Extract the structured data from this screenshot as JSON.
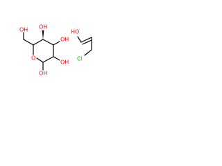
{
  "structure": {
    "labels": {
      "hydroxymethyl_oh": "OH",
      "c4_oh": "OH",
      "c3_oh": "OH",
      "c2_oh": "OH",
      "anomeric_oh": "OH",
      "ring_oxygen": "O",
      "propenol_oh": "HO",
      "chlorine": "Cl"
    },
    "colors": {
      "oxygen": "#ff0000",
      "chlorine": "#00b000",
      "bond": "#000000"
    }
  }
}
